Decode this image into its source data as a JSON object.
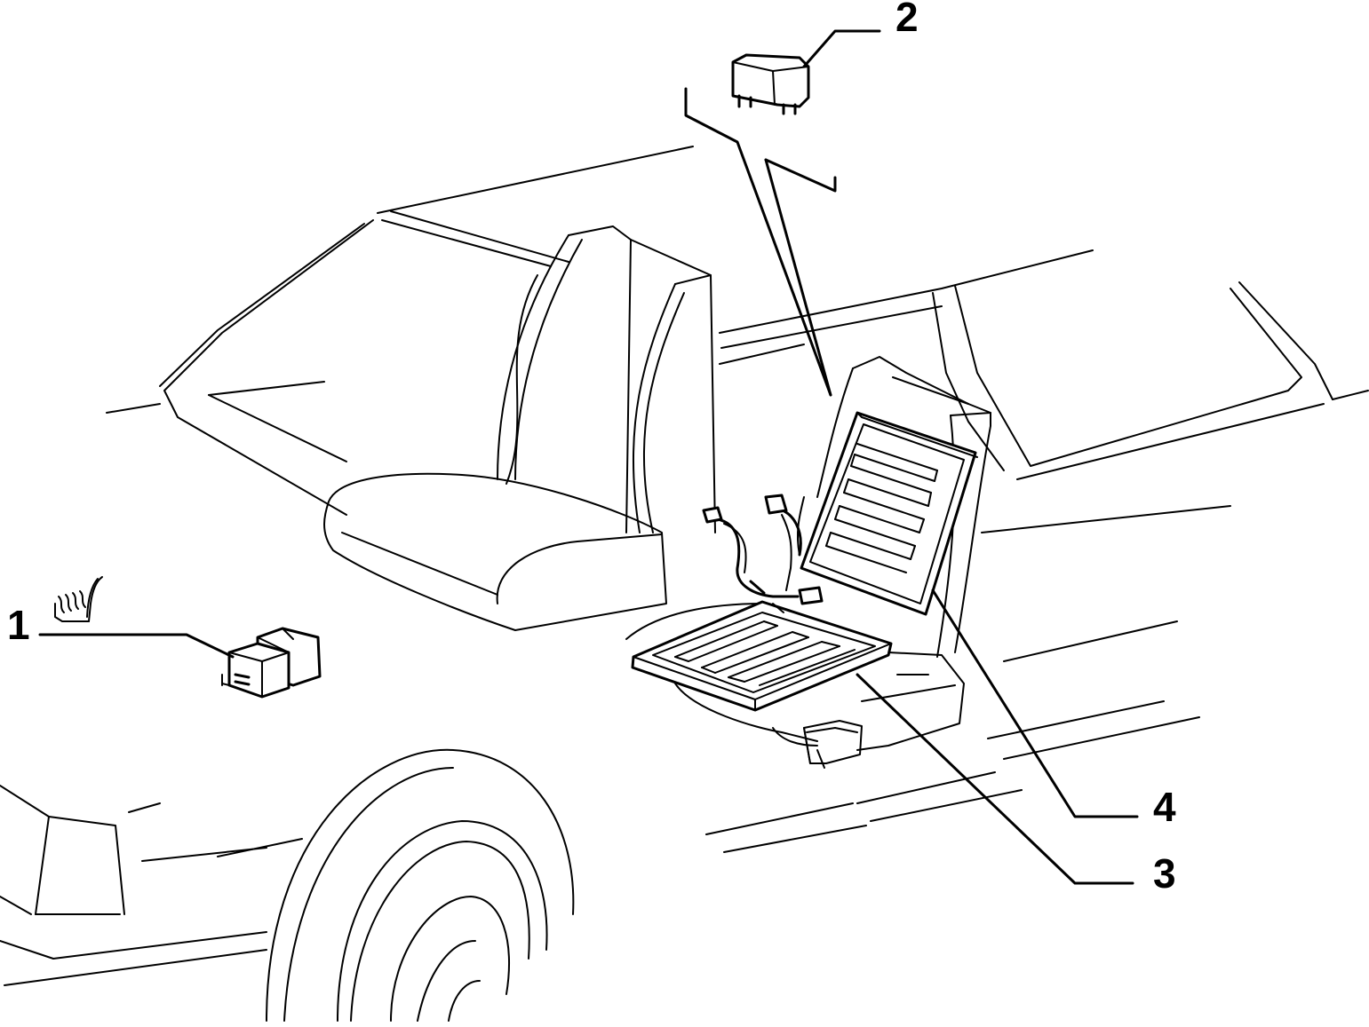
{
  "diagram": {
    "callouts": [
      {
        "id": "1",
        "label": "1",
        "part": "relay-with-seat-heater-symbol"
      },
      {
        "id": "2",
        "label": "2",
        "part": "relay"
      },
      {
        "id": "3",
        "label": "3",
        "part": "seat-cushion-heating-pad"
      },
      {
        "id": "4",
        "label": "4",
        "part": "seat-back-heating-pad"
      }
    ],
    "colors": {
      "line": "#000000",
      "background": "#ffffff"
    }
  }
}
